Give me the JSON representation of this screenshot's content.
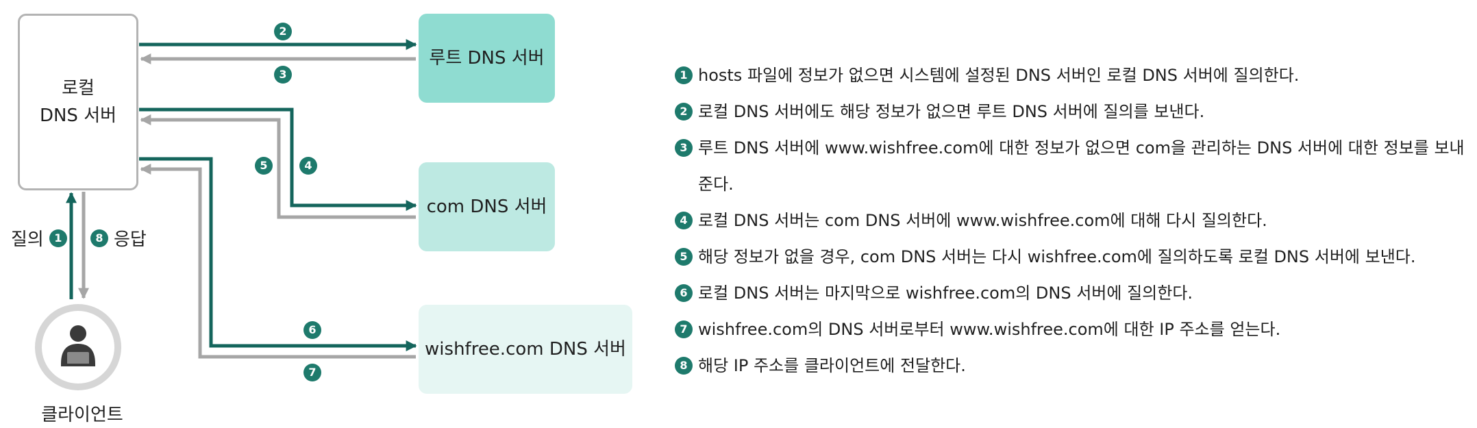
{
  "nodes": {
    "local_line1": "로컬",
    "local_line2": "DNS 서버",
    "root": "루트 DNS 서버",
    "com": "com DNS 서버",
    "wish": "wishfree.com DNS 서버",
    "client": "클라이언트"
  },
  "edge_labels": {
    "query": "질의",
    "response": "응답"
  },
  "markers": {
    "m1": "1",
    "m2": "2",
    "m3": "3",
    "m4": "4",
    "m5": "5",
    "m6": "6",
    "m7": "7",
    "m8": "8"
  },
  "colors": {
    "request_arrow": "#14655c",
    "response_arrow": "#a6a6a6",
    "number_badge": "#1e7a6c",
    "root_box": "#8fdcd1",
    "com_box": "#bde9e2",
    "wish_box": "#e6f6f3"
  },
  "icons": {
    "client": "user-at-computer-icon"
  },
  "steps": [
    {
      "num": "1",
      "text": "hosts 파일에 정보가 없으면 시스템에 설정된 DNS 서버인 로컬 DNS 서버에 질의한다."
    },
    {
      "num": "2",
      "text": "로컬 DNS 서버에도 해당 정보가 없으면 루트 DNS 서버에 질의를 보낸다."
    },
    {
      "num": "3",
      "text": "루트 DNS 서버에 www.wishfree.com에 대한 정보가 없으면 com을 관리하는 DNS 서버에 대한 정보를 보내 준다."
    },
    {
      "num": "4",
      "text": "로컬 DNS 서버는 com DNS 서버에 www.wishfree.com에 대해 다시 질의한다."
    },
    {
      "num": "5",
      "text": "해당 정보가 없을 경우, com DNS 서버는 다시 wishfree.com에 질의하도록 로컬 DNS 서버에 보낸다."
    },
    {
      "num": "6",
      "text": "로컬 DNS 서버는 마지막으로 wishfree.com의 DNS 서버에 질의한다."
    },
    {
      "num": "7",
      "text": "wishfree.com의 DNS 서버로부터 www.wishfree.com에 대한 IP 주소를 얻는다."
    },
    {
      "num": "8",
      "text": "해당 IP 주소를 클라이언트에 전달한다."
    }
  ]
}
